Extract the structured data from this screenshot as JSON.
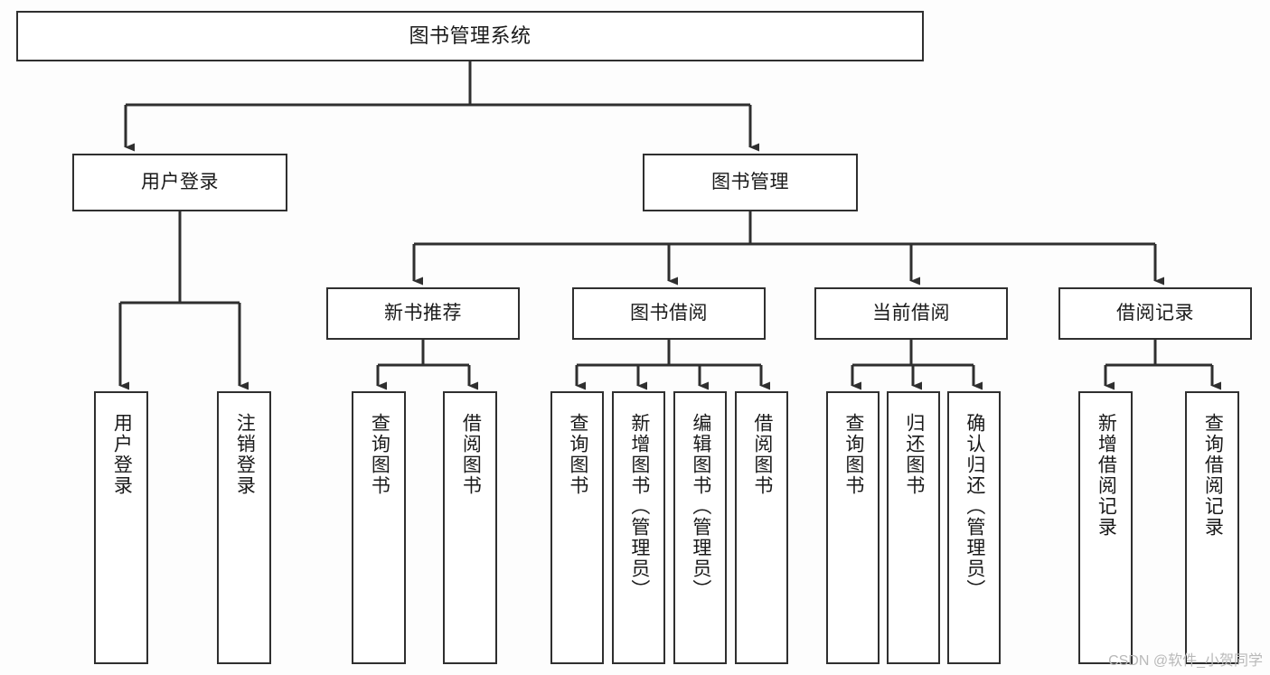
{
  "diagram": {
    "title": "图书管理系统",
    "type": "tree-hierarchy-chart",
    "orientation": "top-down",
    "colors": {
      "border": "#2f2f2f",
      "fill": "#ffffff",
      "text": "#1a1a1a",
      "connector": "#2f2f2f",
      "background": "#fdfdfd",
      "watermark": "#b9b9b9"
    },
    "watermark": "CSDN @软件_小贺同学",
    "levels": {
      "root": {
        "label": "图书管理系统"
      },
      "level2": [
        {
          "label": "用户登录"
        },
        {
          "label": "图书管理"
        }
      ],
      "level3": [
        {
          "label": "新书推荐"
        },
        {
          "label": "图书借阅"
        },
        {
          "label": "当前借阅"
        },
        {
          "label": "借阅记录"
        }
      ],
      "leaves": {
        "user_login": [
          {
            "label": "用户登录"
          },
          {
            "label": "注销登录"
          }
        ],
        "new_book_recommend": [
          {
            "label": "查询图书"
          },
          {
            "label": "借阅图书"
          }
        ],
        "book_borrow": [
          {
            "label": "查询图书"
          },
          {
            "label": "新增图书（管理员）"
          },
          {
            "label": "编辑图书（管理员）"
          },
          {
            "label": "借阅图书"
          }
        ],
        "current_borrow": [
          {
            "label": "查询图书"
          },
          {
            "label": "归还图书"
          },
          {
            "label": "确认归还（管理员）"
          }
        ],
        "borrow_record": [
          {
            "label": "新增借阅记录"
          },
          {
            "label": "查询借阅记录"
          }
        ]
      }
    }
  }
}
